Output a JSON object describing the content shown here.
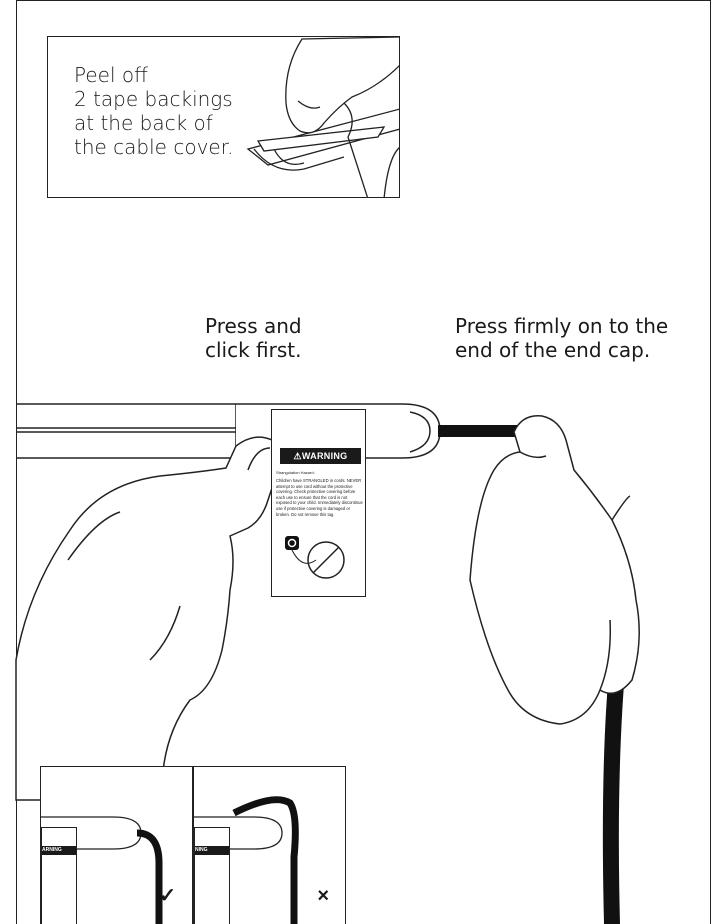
{
  "callout": {
    "lines": [
      "Peel off",
      "2 tape backings",
      "at the back of",
      "the cable cover."
    ]
  },
  "labels": {
    "left": [
      "Press and",
      "click first."
    ],
    "right": [
      "Press firmly on to the",
      "end of the end cap."
    ]
  },
  "warning_tag": {
    "header": "⚠WARNING",
    "subhead": "Strangulation Hazard:",
    "body": "Children have STRANGLED in cords. NEVER attempt to use cord without the protective covering. Check protective covering before each use to ensure that the cord is not exposed to your child. Immediately discontinue use if protective covering is damaged or broken. Do not remove this tag."
  },
  "insets": {
    "good": {
      "header": "ARNING",
      "mark": "✓"
    },
    "bad": {
      "header": "NING",
      "mark": "×"
    }
  },
  "icons": [
    "hand-peeling-tape-icon",
    "left-hand-icon",
    "right-hand-icon",
    "cable-cover-icon",
    "end-cap-icon",
    "cord-icon",
    "no-child-icon",
    "check-icon",
    "cross-icon"
  ],
  "colors": {
    "line": "#222222",
    "cord": "#111111",
    "background": "#ffffff"
  }
}
